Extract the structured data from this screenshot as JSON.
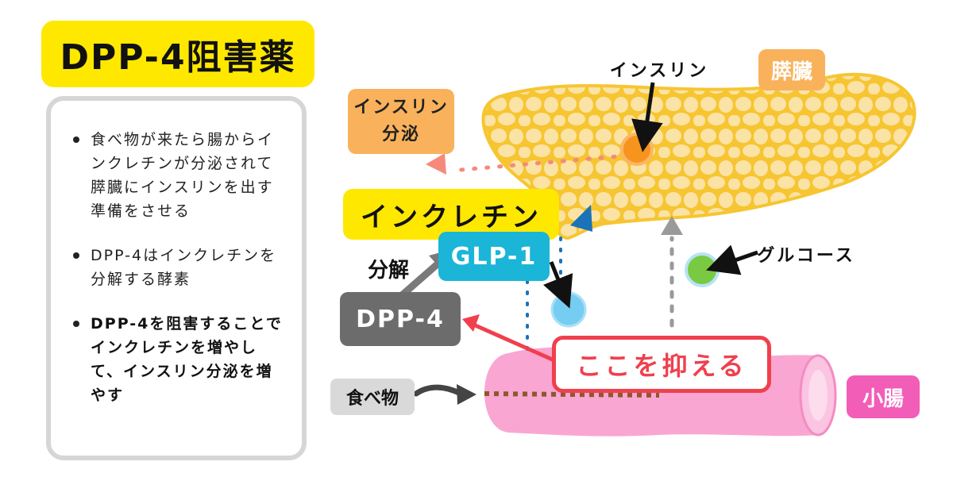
{
  "title": "DPP-4阻害薬",
  "bullets": [
    "食べ物が来たら腸からインクレチンが分泌されて膵臓にインスリンを出す準備をさせる",
    "DPP-4はインクレチンを分解する酵素",
    "DPP-4を阻害することでインクレチンを増やして、インスリン分泌を増やす"
  ],
  "labels": {
    "insulin_secretion_line1": "インスリン",
    "insulin_secretion_line2": "分泌",
    "pancreas": "膵臓",
    "insulin": "インスリン",
    "incretin": "インクレチン",
    "glp1": "GLP-1",
    "breakdown": "分解",
    "dpp4": "DPP-4",
    "glucose": "グルコース",
    "suppress_here": "ここを抑える",
    "food": "食べ物",
    "small_intestine": "小腸"
  },
  "colors": {
    "title_bg": "#ffe800",
    "pancreas": "#fbe3a6",
    "pancreas_border": "#f6c531",
    "intestine": "#f9a6d3",
    "accent_red": "#f0404e",
    "glp1_blue": "#1bb5d8",
    "insulin_orange": "#f7941d",
    "glucose_green": "#7ac943",
    "dpp4_gray": "#6c6c6c"
  }
}
